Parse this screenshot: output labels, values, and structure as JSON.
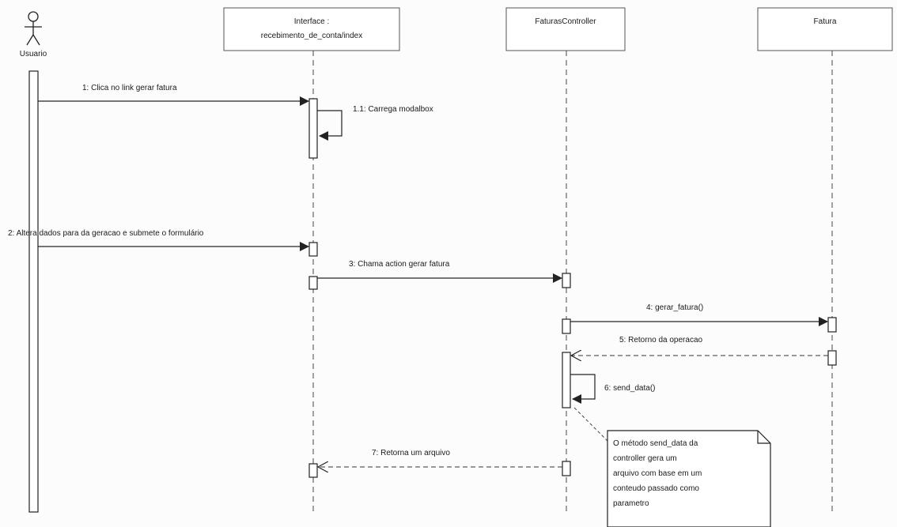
{
  "actor": {
    "name": "Usuario"
  },
  "lifelines": [
    {
      "id": "interface",
      "line1": "Interface :",
      "line2": "recebimento_de_conta/index"
    },
    {
      "id": "controller",
      "line1": "FaturasController",
      "line2": ""
    },
    {
      "id": "fatura",
      "line1": "Fatura",
      "line2": ""
    }
  ],
  "messages": [
    {
      "label": "1: Clica no link gerar fatura",
      "kind": "sync"
    },
    {
      "label": "1.1: Carrega modalbox",
      "kind": "self"
    },
    {
      "label": "2: Altera dados para da geracao e submete o formulário",
      "kind": "sync"
    },
    {
      "label": "3: Chama action gerar fatura",
      "kind": "sync"
    },
    {
      "label": "4: gerar_fatura()",
      "kind": "sync"
    },
    {
      "label": "5: Retorno da operacao",
      "kind": "return"
    },
    {
      "label": "6: send_data()",
      "kind": "self"
    },
    {
      "label": "7: Retorna um arquivo",
      "kind": "return"
    }
  ],
  "note": {
    "lines": [
      "O método send_data da",
      "controller gera um",
      "arquivo com base em um",
      "conteudo passado como",
      "parametro"
    ]
  },
  "colors": {
    "line": "#222222",
    "box_fill": "#ffffff",
    "background": "#fcfcfc"
  }
}
